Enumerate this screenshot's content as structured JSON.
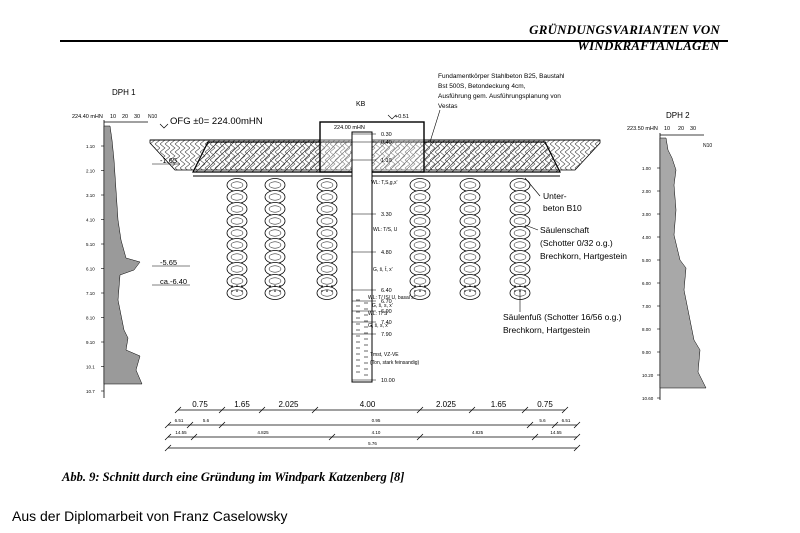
{
  "header": {
    "title": "GRÜNDUNGSVARIANTEN VON WINDKRAFTANLAGEN"
  },
  "figure": {
    "kb_label": "KB",
    "kb_top_offset": "+0.51",
    "kb_elevation": "224.00 mHN",
    "ofg_label": "OFG ±0= 224.00mHN",
    "depth_labels": {
      "d1": "-1.65",
      "d2": "-5.65",
      "d3": "ca.-6.40"
    },
    "foundation_note": [
      "Fundamentkörper Stahlbeton B25, Baustahl",
      "Bst 500S, Betondeckung 4cm,",
      "Ausführung gem. Ausführungsplanung von",
      "Vestas"
    ],
    "unterbeton": [
      "Unter-",
      "beton B10"
    ],
    "saeulenschaft": [
      "Säulenschaft",
      "(Schotter 0/32 o.g.)",
      "Brechkorn, Hartgestein"
    ],
    "saeulenfuss": [
      "Säulenfuß (Schotter 16/56 o.g.)",
      "Brechkorn, Hartgestein"
    ],
    "borehole_depths": [
      "0.30",
      "0.40",
      "1.10",
      "3.30",
      "4.80",
      "6.40",
      "6.70",
      "6.90",
      "7.40",
      "7.90",
      "10.00"
    ],
    "borehole_layers": [
      "WL: T,S,g,x'",
      "WL: T/S, U",
      "G, ŝ, t̄, x'",
      "WL: T/ IS/ U, basal s*",
      "G, ŝ, s, x'",
      "WL: T/ S",
      "G, ŝ, s, x'",
      "Tmst, VZ-VE",
      "(Ton, stark feinsandig)"
    ],
    "dph1": {
      "label": "DPH 1",
      "elevation": "224.40 mHN",
      "scale": [
        "10",
        "20",
        "30"
      ],
      "unit": "N10",
      "depths": [
        "1.10",
        "2.10",
        "3.10",
        "4.10",
        "5.10",
        "6.10",
        "7.10",
        "8.10",
        "9.10",
        "10.1",
        "10.7"
      ]
    },
    "dph2": {
      "label": "DPH 2",
      "elevation": "223.50 mHN",
      "scale": [
        "10",
        "20",
        "30"
      ],
      "unit": "N10",
      "depths": [
        "1.00",
        "2.00",
        "3.00",
        "4.00",
        "5.00",
        "6.00",
        "7.00",
        "8.00",
        "9.00",
        "10.20",
        "10.60"
      ]
    },
    "dimensions": {
      "row1": [
        "0.75",
        "1.65",
        "2.025",
        "4.00",
        "2.025",
        "1.65",
        "0.75"
      ],
      "row2": [
        "6.51",
        "5.6",
        "0.95",
        "5.6",
        "6.51"
      ],
      "row3": [
        "14.55",
        "4.825",
        "4.10",
        "4.825",
        "14.55"
      ],
      "row4": [
        "5.76"
      ]
    }
  },
  "caption": "Abb. 9: Schnitt durch eine Gründung im Windpark Katzenberg [8]",
  "credit": "Aus der Diplomarbeit von Franz Caselowsky"
}
